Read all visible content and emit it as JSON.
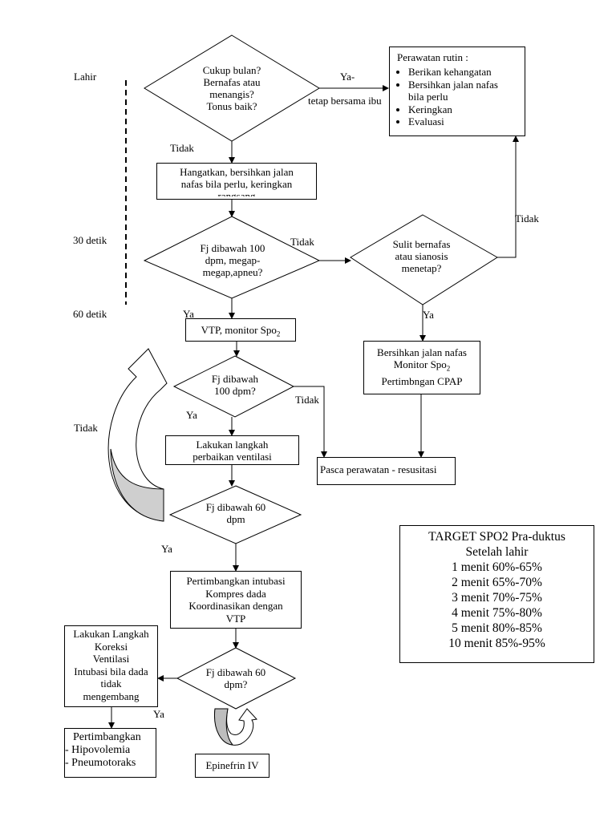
{
  "timeline": {
    "lahir": "Lahir",
    "t30": "30 detik",
    "t60": "60 detik"
  },
  "d1": {
    "lines": [
      "Cukup bulan?",
      "Bernafas atau",
      "menangis?",
      "Tonus baik?"
    ]
  },
  "ya_tetap": {
    "ya": "Ya-",
    "tetap": "tetap bersama ibu"
  },
  "rutin": {
    "title": "Perawatan rutin :",
    "items": [
      "Berikan kehangatan",
      "Bersihkan  jalan  nafas",
      "bila perlu",
      "Keringkan",
      "Evaluasi"
    ]
  },
  "tidak1": "Tidak",
  "box_hangat": {
    "lines": [
      "Hangatkan, bersihkan jalan",
      "nafas bila perlu, keringkan",
      "rangsang"
    ]
  },
  "d2": {
    "lines": [
      "Fj dibawah 100",
      "dpm, megap-",
      "megap,apneu?"
    ]
  },
  "tidak2": "Tidak",
  "d3": {
    "lines": [
      "Sulit bernafas",
      "atau sianosis",
      "menetap?"
    ]
  },
  "tidak3": "Tidak",
  "ya1": "Ya",
  "ya2": "Ya",
  "vtp": {
    "prefix": "VTP, monitor Spo",
    "sub": "2"
  },
  "box_bersihkan": {
    "l1": "Bersihkan jalan nafas",
    "l2_prefix": "Monitor Spo",
    "l2_sub": "2",
    "l3": "Pertimbngan CPAP"
  },
  "d4": {
    "lines": [
      "Fj dibawah",
      "100 dpm?"
    ]
  },
  "tidak4": "Tidak",
  "ya3": "Ya",
  "tidak_left": "Tidak",
  "box_lakukan": {
    "lines": [
      "Lakukan langkah",
      "perbaikan ventilasi"
    ]
  },
  "pasca": "Pasca perawatan - resusitasi",
  "d5": {
    "lines": [
      "Fj dibawah 60",
      "dpm"
    ]
  },
  "ya4": "Ya",
  "target": {
    "lines": [
      "TARGET SPO2 Pra-duktus",
      "Setelah lahir",
      "1 menit 60%-65%",
      "2 menit 65%-70%",
      "3 menit 70%-75%",
      "4 menit 75%-80%",
      "5 menit 80%-85%",
      "10 menit 85%-95%"
    ]
  },
  "box_intubasi": {
    "lines": [
      "Pertimbangkan intubasi",
      "Kompres dada",
      "Koordinasikan dengan",
      "VTP"
    ]
  },
  "box_koreksi": {
    "lines": [
      "Lakukan Langkah",
      "Koreksi",
      "Ventilasi",
      "Intubasi bila dada",
      "tidak",
      "mengembang"
    ]
  },
  "d6": {
    "lines": [
      "Fj dibawah 60",
      "dpm?"
    ]
  },
  "ya5": "Ya",
  "box_pertimbangkan": {
    "lines": [
      "Pertimbangkan",
      "- Hipovolemia",
      "- Pneumotoraks"
    ]
  },
  "epinefrin": "Epinefrin IV"
}
